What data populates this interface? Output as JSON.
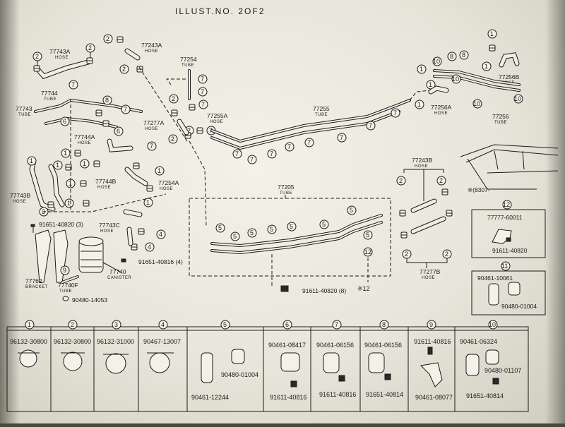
{
  "header": {
    "title": "ILLUST.NO. 2OF2"
  },
  "labels": {
    "p77743A": "77743A",
    "p77243A": "77243A",
    "p77743": "77743",
    "p77744": "77744",
    "p77744A": "77744A",
    "p77743B": "77743B",
    "p77744B": "77744B",
    "p91651_40820": "91651-40820 (3)",
    "p77762": "77762",
    "p77740F": "77740F",
    "p90480_14053": "90480-14053",
    "p77743C": "77743C",
    "p77740": "77740",
    "p91651_40816": "91651-40816 (4)",
    "p77254": "77254",
    "p77255A": "77255A",
    "p77277A": "77277A",
    "p77254A": "77254A",
    "p77255": "77255",
    "p77205": "77205",
    "p91611_40820": "91611-40820 (8)",
    "p77243B": "77243B",
    "p77277B": "77277B",
    "p77256A": "77256A",
    "p77256B": "77256B",
    "p77256": "77256",
    "p8307": "※(8307-",
    "p77777": "77777-60011",
    "p91611_40820b": "91611-40820",
    "p90461_10061": "90461-10061",
    "p90480_01004b": "90480-01004"
  },
  "sub": {
    "hose": "HOSE",
    "tube": "TUBE",
    "bracket": "BRACKET",
    "canister": "CANISTER"
  },
  "parts_table": {
    "callouts": [
      "1",
      "2",
      "3",
      "4",
      "5",
      "6",
      "7",
      "8",
      "9",
      "10"
    ],
    "c1": "96132-30800",
    "c2": "96132-30800",
    "c3": "96132-31000",
    "c4": "90467-13007",
    "c5a": "90461-12244",
    "c5b": "90480-01004",
    "c6a": "90461-08417",
    "c6b": "91611-40816",
    "c7a": "90461-06156",
    "c7b": "91611-40816",
    "c8a": "90461-06156",
    "c8b": "91651-40814",
    "c9a": "91611-40816",
    "c9b": "90461-08077",
    "c10a": "90461-06324",
    "c10b": "90480-01107",
    "c10c": "91651-40814"
  },
  "callout_marks": {
    "n1": "1",
    "n2": "2",
    "n3": "3",
    "n4": "4",
    "n5": "5",
    "n6": "6",
    "n7": "7",
    "n8": "8",
    "n9": "9",
    "n10": "10",
    "n11": "11",
    "n12": "12",
    "ref12": "※12"
  }
}
